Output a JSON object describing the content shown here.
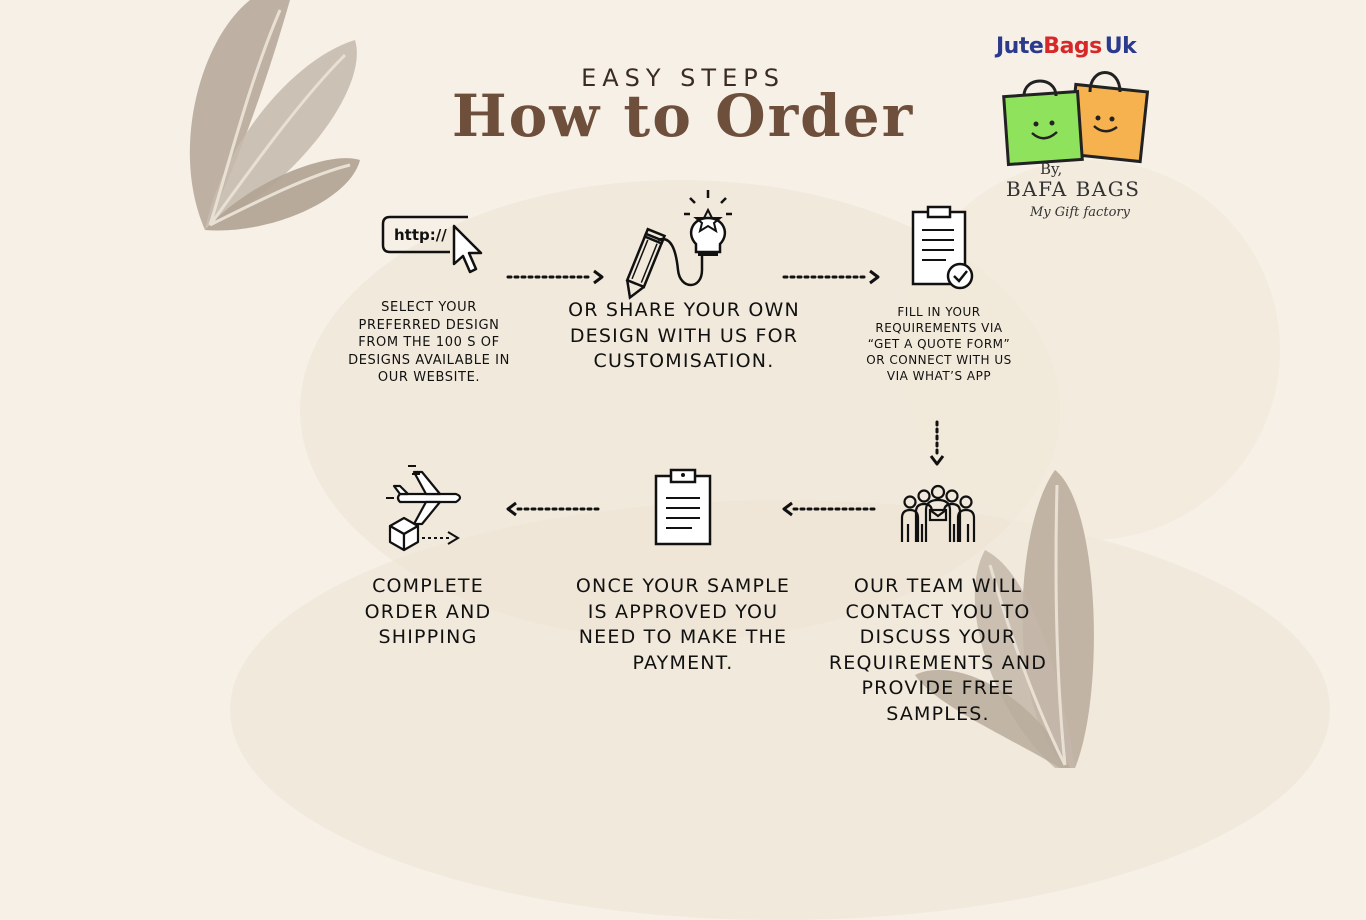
{
  "header": {
    "subtitle": "EASY STEPS",
    "title": "How to Order"
  },
  "logo": {
    "brand_part1": "Jute",
    "brand_part2": "Bags",
    "brand_part3": "Uk",
    "by": "By,",
    "company": "BAFA BAGS",
    "tagline": "My Gift factory"
  },
  "url_badge": "http://",
  "steps": [
    {
      "id": "select-design",
      "text": "Select your preferred design from the 100 s of designs available in our website."
    },
    {
      "id": "share-design",
      "text": "or share your own design with us for customisation."
    },
    {
      "id": "fill-requirements",
      "text": "Fill in your requirements via “Get a quote form” or connect with us via what’s app"
    },
    {
      "id": "team-contact",
      "text": "Our team will contact you to discuss your requirements and provide free samples."
    },
    {
      "id": "payment",
      "text": "Once your sample is approved you need to make the payment."
    },
    {
      "id": "complete-order",
      "text": "Complete order and shipping"
    }
  ],
  "colors": {
    "background": "#f6f0e7",
    "title": "#6e4f3b",
    "decor": "#b8aa9b",
    "bag_green": "#8fe35c",
    "bag_orange": "#f7b250"
  }
}
